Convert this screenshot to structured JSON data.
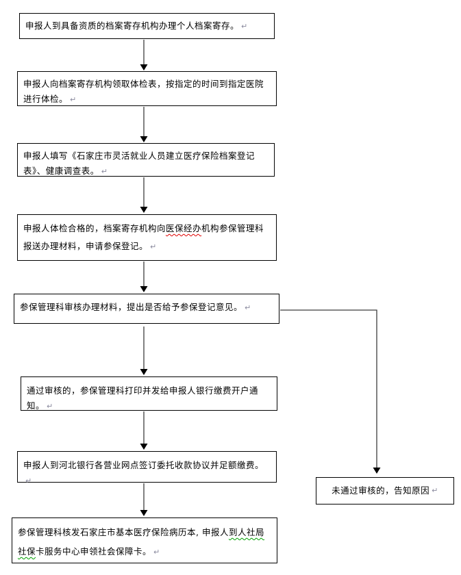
{
  "meta": {
    "pilcrow": "↵",
    "document_type": "flowchart"
  },
  "colors": {
    "background": "#ffffff",
    "box_fill": "#ffffff",
    "box_border": "#000000",
    "text": "#000000",
    "connector_line": "#3c3c3c",
    "arrowhead": "#000000",
    "paragraph_mark": "#8a8a9e",
    "spellcheck_underline": "#e00000",
    "grammar_underline": "#00a000"
  },
  "flowchart": {
    "steps": [
      {
        "label": "申报人到具备资质的档案寄存机构办理个人档案寄存。"
      },
      {
        "label": "申报人向档案寄存机构领取体检表，按指定的时间到指定医院进行体检。"
      },
      {
        "label": "申报人填写《石家庄市灵活就业人员建立医疗保险档案登记表》、健康调查表。"
      },
      {
        "label_before": "申报人体检合格的，档案寄存机构向",
        "label_spellcheck": "医保经办",
        "label_after": "机构参保管理科报送办理材料，申请参保登记。"
      },
      {
        "label": "参保管理科审核办理材料，提出是否给予参保登记意见。"
      },
      {
        "label": "通过审核的，参保管理科打印并发给申报人银行缴费开户通知。"
      },
      {
        "label": "申报人到河北银行各营业网点签订委托收款协议并足额缴费。"
      },
      {
        "label_before": "参保管理科核发石家庄市基本医疗保险病历本, 申报人",
        "label_grammar": "到人社局社保",
        "label_after": "卡服务中心申领社会保障卡。"
      }
    ],
    "reject_branch": {
      "label": "未通过审核的，告知原因"
    }
  }
}
